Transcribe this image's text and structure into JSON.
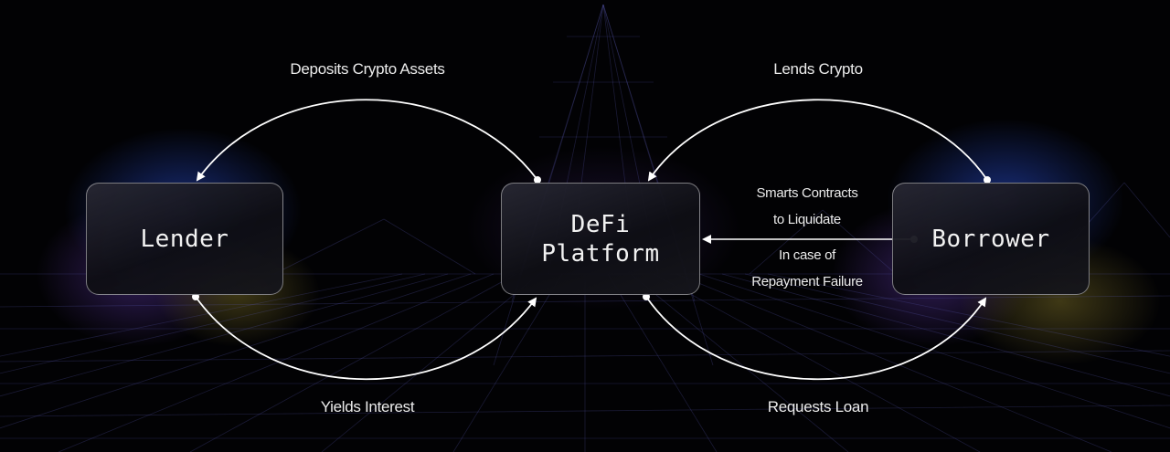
{
  "nodes": {
    "lender": "Lender",
    "platform": "DeFi\nPlatform",
    "borrower": "Borrower"
  },
  "edges": {
    "deposits": "Deposits Crypto Assets",
    "lends": "Lends Crypto",
    "yields": "Yields Interest",
    "requests": "Requests Loan",
    "liquidate_line1": "Smarts Contracts",
    "liquidate_line2": "to Liquidate",
    "liquidate_line3": "In case of",
    "liquidate_line4": "Repayment Failure"
  },
  "colors": {
    "background": "#020204",
    "line": "#ffffff",
    "grid": "#5a5ab4",
    "glow_blue": "#2a4fd6",
    "glow_purple": "#6b3fc0",
    "glow_yellow": "#9a8a30"
  }
}
